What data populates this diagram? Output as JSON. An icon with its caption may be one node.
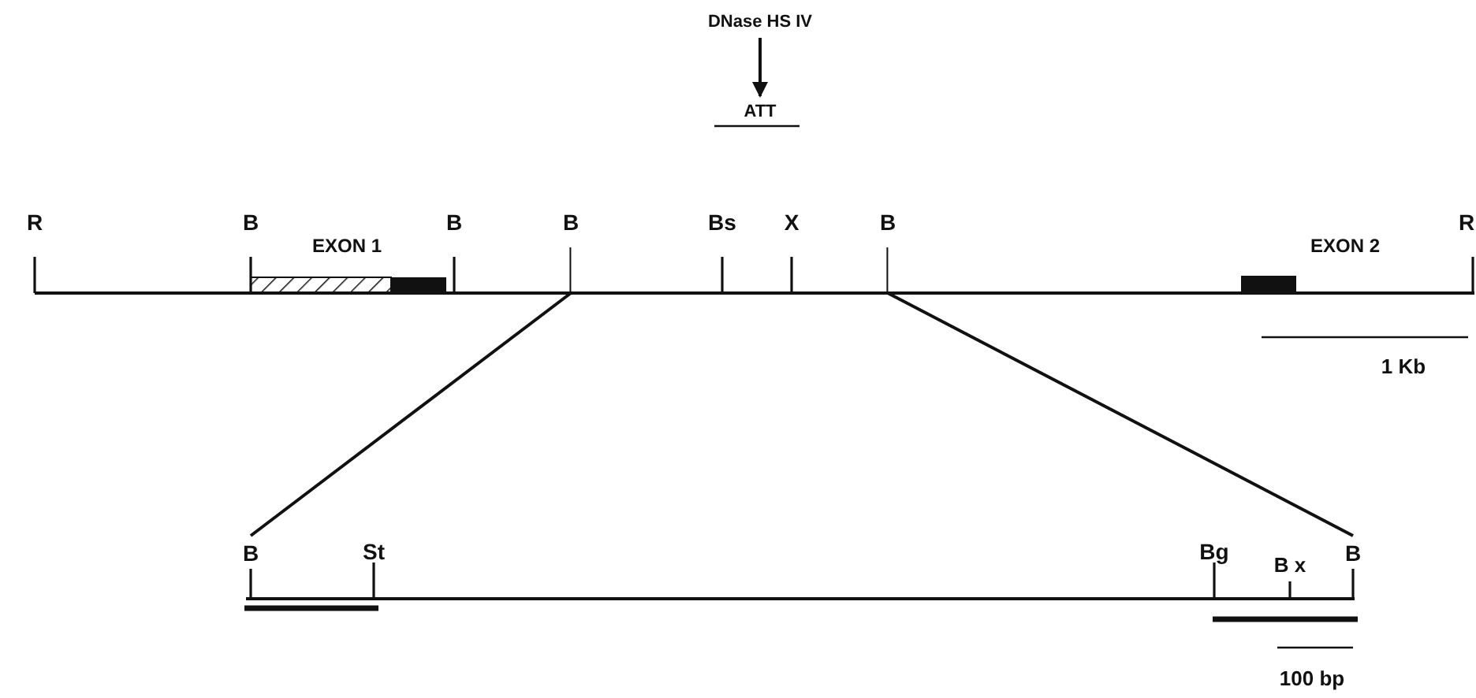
{
  "diagram": {
    "nodes": [
      {
        "text": [
          "DNase HS IV"
        ]
      },
      {
        "text": [
          "ATT"
        ]
      },
      {
        "text": [
          "B"
        ]
      },
      {
        "text": [
          "B"
        ]
      },
      {
        "text": [
          "B"
        ]
      },
      {
        "text": [
          "B"
        ]
      }
    ],
    "edges": [
      {
        "from": 0,
        "to": 1,
        "arrow": "to"
      },
      {
        "from": 2,
        "to": 4,
        "arrow": "none"
      },
      {
        "from": 3,
        "to": 5,
        "arrow": "none"
      }
    ],
    "labels": [
      "R",
      "B",
      "EXON 1",
      "B",
      "Bs",
      "X",
      "EXON 2",
      "R",
      "1 Kb",
      "St",
      "Bg",
      "B x",
      "100 bp"
    ]
  }
}
